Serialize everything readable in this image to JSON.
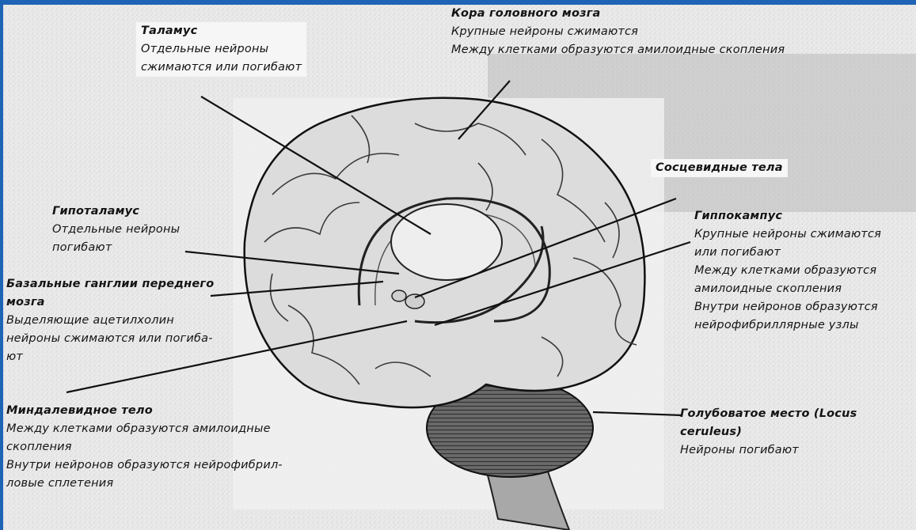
{
  "colors": {
    "border": "#1f63b5",
    "paper": "#ececec",
    "ink": "#141414",
    "brain_fill": "#dcdcdc",
    "cerebellum": "#5a5a5a"
  },
  "labels": {
    "cortex": {
      "title": "Кора головного мозга",
      "lines": [
        "Крупные нейроны сжимаются",
        "Между клетками образуются амилоидные скопления"
      ]
    },
    "thalamus": {
      "title": "Таламус",
      "lines": [
        "Отдельные нейроны",
        "сжимаются или погибают"
      ]
    },
    "mammillary": {
      "title": "Сосцевидные тела"
    },
    "hypothalamus": {
      "title": "Гипоталамус",
      "lines": [
        "Отдельные нейроны",
        "погибают"
      ]
    },
    "hippocampus": {
      "title": "Гиппокампус",
      "lines": [
        "Крупные нейроны сжимаются",
        "или погибают",
        "Между клетками образуются",
        "амилоидные скопления",
        "Внутри нейронов образуются",
        "нейрофибриллярные узлы"
      ]
    },
    "basal_ganglia": {
      "title_line1": "Базальные ганглии переднего",
      "title_line2": "мозга",
      "lines": [
        "Выделяющие ацетилхолин",
        "нейроны сжимаются или погиба-",
        "ют"
      ]
    },
    "amygdala": {
      "title": "Миндалевидное тело",
      "lines": [
        "Между клетками образуются амилоидные",
        "скопления",
        "Внутри нейронов образуются нейрофибрил-",
        "ловые сплетения"
      ]
    },
    "locus": {
      "title_line1": "Голубоватое место (Locus",
      "title_line2": "ceruleus)",
      "lines": [
        "Нейроны погибают"
      ]
    }
  }
}
